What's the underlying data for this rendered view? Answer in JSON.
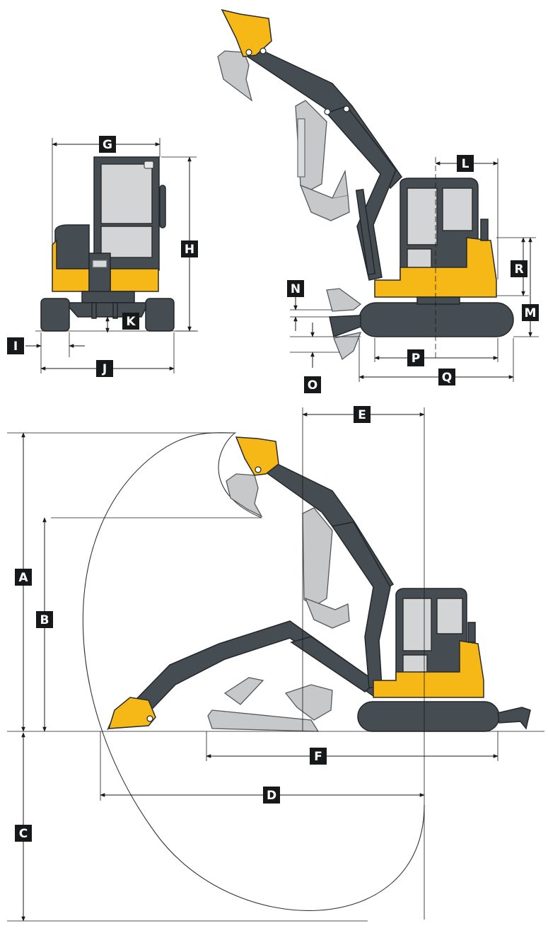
{
  "labels": {
    "A": "A",
    "B": "B",
    "C": "C",
    "D": "D",
    "E": "E",
    "F": "F",
    "G": "G",
    "H": "H",
    "I": "I",
    "J": "J",
    "K": "K",
    "L": "L",
    "M": "M",
    "N": "N",
    "O": "O",
    "P": "P",
    "Q": "Q",
    "R": "R"
  },
  "colors": {
    "machine_body": "#f6b816",
    "arm": "#454c52",
    "ghost_arm": "#c6c8ca",
    "label_box": "#16181a",
    "label_text": "#ffffff",
    "dimension_line": "#1a1a1a"
  }
}
